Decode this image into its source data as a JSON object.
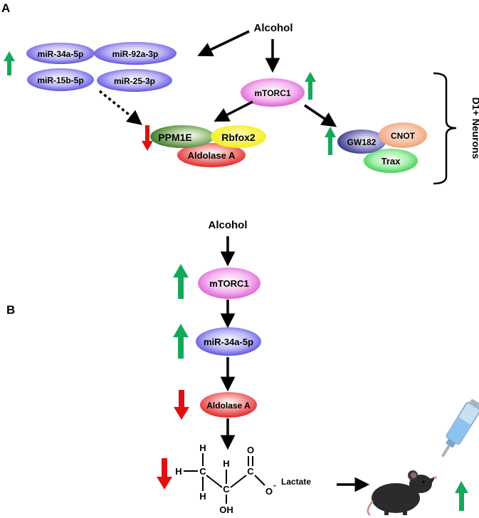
{
  "colors": {
    "up_arrow": "#14a85a",
    "down_arrow": "#e01010",
    "mirna_blue": "#5b4fe0",
    "mtorc1_pink": "#e35fd8",
    "ppm1e_green": "#3f7f2f",
    "rbfox2_yellow": "#f5f000",
    "aldolase_red": "#e52a2a",
    "gw182_navy": "#3a3a8c",
    "cnot_orange": "#f3a47d",
    "trax_green": "#39d24a"
  },
  "panel_a": {
    "label": "A",
    "alcohol": "Alcohol",
    "mirnas": [
      "miR-34a-5p",
      "miR-92a-3p",
      "miR-15b-5p",
      "miR-25-3p"
    ],
    "mtorc1": "mTORC1",
    "ppm1e": "PPM1E",
    "rbfox2": "Rbfox2",
    "aldolase": "Aldolase A",
    "gw182": "GW182",
    "cnot": "CNOT",
    "trax": "Trax",
    "d1_neurons": "D1+ Neurons"
  },
  "panel_b": {
    "label": "B",
    "alcohol": "Alcohol",
    "mtorc1": "mTORC1",
    "mirna": "miR-34a-5p",
    "aldolase": "Aldolase A",
    "lactate": "Lactate",
    "struct_h_left": "H",
    "struct_h_top1": "H",
    "struct_h_top2": "H",
    "struct_h_bottom": "H",
    "struct_c1": "C",
    "struct_c2": "C",
    "struct_c3": "C",
    "struct_o_top": "O",
    "struct_o_right": "O",
    "struct_charge": "-",
    "struct_oh": "OH"
  }
}
